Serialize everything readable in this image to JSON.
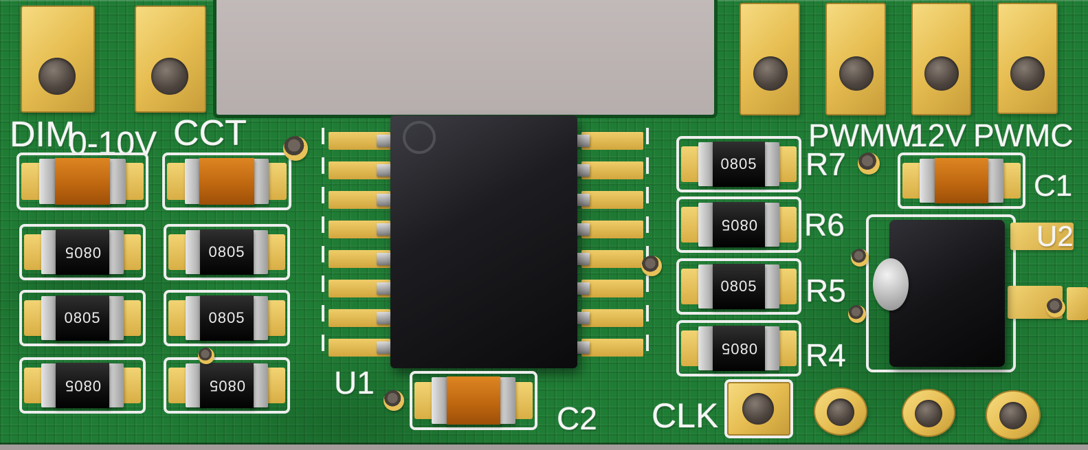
{
  "scene": {
    "description": "3D render of a green LED-dimmer PCB with SMD components",
    "marking_0805": "0805"
  },
  "labels": {
    "dim": "DIM",
    "range_0_10v": "0-10V",
    "cct": "CCT",
    "pwmw": "PWMW",
    "v12": "12V",
    "pwmc": "PWMC",
    "u1": "U1",
    "c2": "C2",
    "clk": "CLK",
    "r7": "R7",
    "r6": "R6",
    "r5": "R5",
    "r4": "R4",
    "c1": "C1",
    "u2": "U2"
  },
  "colors": {
    "background_gray": "#b4abab",
    "board_green": "#1f7c34",
    "board_edge": "#11511f",
    "silkscreen_white": "#f5f5f5",
    "pad_gold": "#e6bd51",
    "hole_dark": "#4d443e",
    "component_black": "#141414",
    "component_orange": "#bc650f",
    "termination_gray": "#b9b9b9"
  }
}
